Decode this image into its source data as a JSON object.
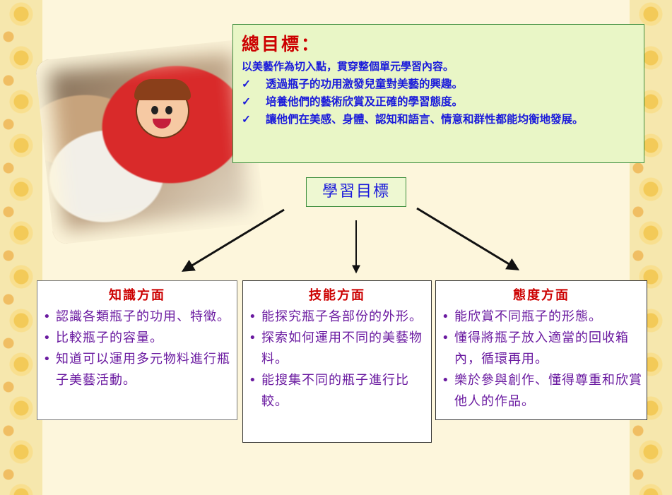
{
  "goal": {
    "title": "總目標：",
    "lead": "以美藝作為切入點，貫穿整個單元學習內容。",
    "items": [
      "透過瓶子的功用激發兒童對美藝的興趣。",
      "培養他們的藝術欣賞及正確的學習態度。",
      "讓他們在美感、身體、認知和語言、情意和群性都能均衡地發展。"
    ]
  },
  "learning": {
    "title": "學習目標"
  },
  "columns": [
    {
      "title": "知識方面",
      "items": [
        "認識各類瓶子的功用、特徵。",
        "比較瓶子的容量。",
        "知道可以運用多元物料進行瓶子美藝活動。"
      ]
    },
    {
      "title": "技能方面",
      "items": [
        "能探究瓶子各部份的外形。",
        "探索如何運用不同的美藝物料。",
        "能搜集不同的瓶子進行比較。"
      ]
    },
    {
      "title": "態度方面",
      "items": [
        "能欣賞不同瓶子的形態。",
        "懂得將瓶子放入適當的回收箱內，循環再用。",
        "樂於參與創作、懂得尊重和欣賞他人的作品。"
      ]
    }
  ],
  "icons": {
    "check": "check-mark-icon",
    "bullet": "bullet-dot-icon"
  },
  "colors": {
    "title_red": "#cc0000",
    "text_blue": "#1a1adb",
    "text_purple": "#6a1aa0",
    "box_green": "#e9f6c6"
  }
}
